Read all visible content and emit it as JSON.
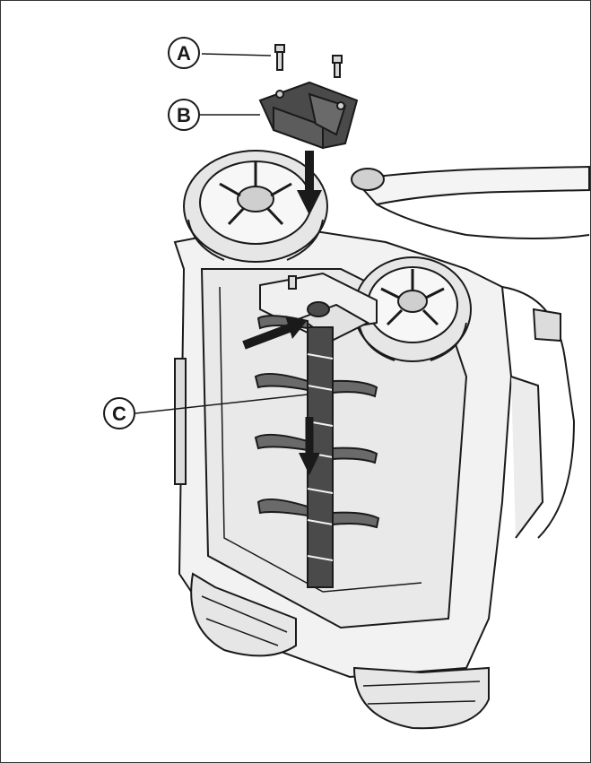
{
  "callouts": {
    "a": {
      "letter": "A",
      "part": "screw-pair"
    },
    "b": {
      "letter": "B",
      "part": "bearing-cover"
    },
    "c": {
      "letter": "C",
      "part": "roller-shaft"
    }
  },
  "colors": {
    "line": "#1a1a1a",
    "body_fill": "#f2f2f2",
    "tire_fill": "#e6e6e6",
    "dark_fill": "#4a4a4a",
    "blade_fill": "#6a6a6a"
  }
}
